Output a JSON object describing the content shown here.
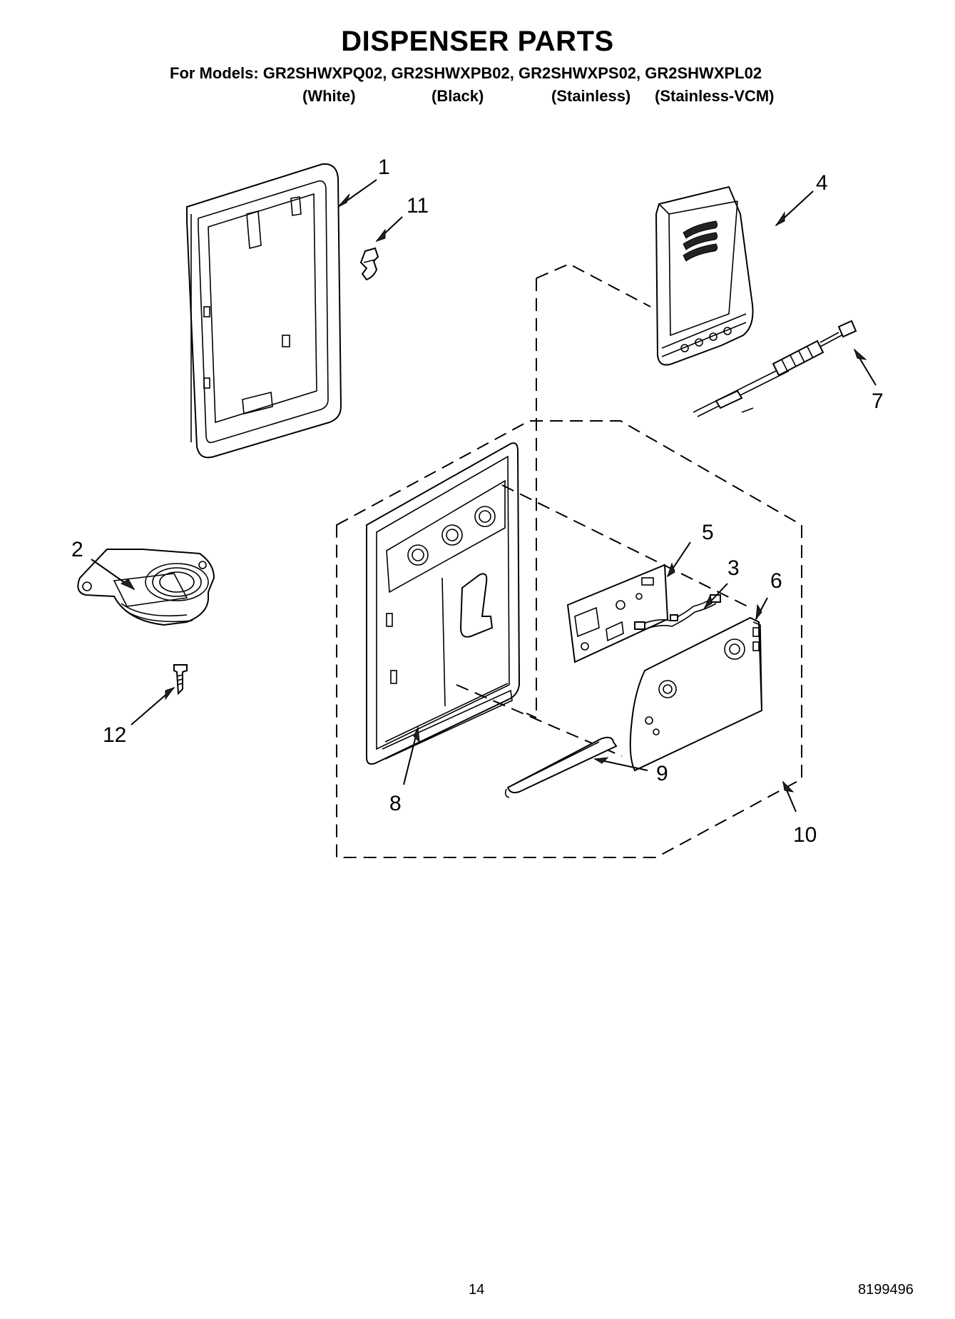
{
  "title": "DISPENSER PARTS",
  "models_line": "For Models: GR2SHWXPQ02, GR2SHWXPB02, GR2SHWXPS02, GR2SHWXPL02",
  "variants": [
    "(White)",
    "(Black)",
    "(Stainless)",
    "(Stainless-VCM)"
  ],
  "callouts": [
    "1",
    "11",
    "4",
    "7",
    "2",
    "5",
    "3",
    "6",
    "12",
    "9",
    "8",
    "10"
  ],
  "footer": {
    "page_number": "14",
    "document_number": "8199496"
  }
}
